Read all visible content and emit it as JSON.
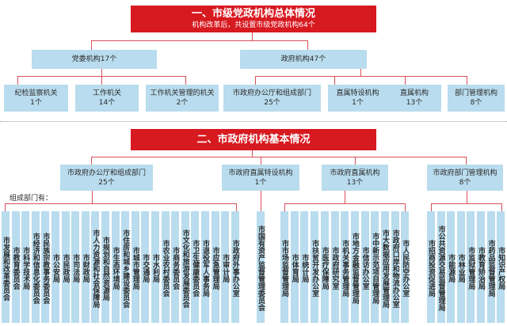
{
  "section1": {
    "title": "一、市级党政机构总体情况",
    "subtitle": "机构改革后，共设置市级党政机构64个",
    "party": {
      "label": "党委机构17个",
      "children": [
        {
          "label": "纪检监察机关",
          "count": "1个"
        },
        {
          "label": "工作机关",
          "count": "14个"
        },
        {
          "label": "工作机关管理的机关",
          "count": "2个"
        }
      ]
    },
    "government": {
      "label": "政府机构47个",
      "children": [
        {
          "label": "市政府办公厅和组成部门",
          "count": "25个"
        },
        {
          "label": "直属特设机构",
          "count": "1个"
        },
        {
          "label": "直属机构",
          "count": "13个"
        },
        {
          "label": "部门管理机构",
          "count": "8个"
        }
      ]
    }
  },
  "section2": {
    "title": "二、市政府机构基本情况",
    "components_label": "组成部门有：",
    "groups": [
      {
        "label": "市政府办公厅和组成部门",
        "count": "25个",
        "items": [
          "市发展和改革委员会",
          "市教育委员会",
          "市科学技术局",
          "市经济和信息化委员会",
          "市民族宗教事务委员会",
          "市公安局",
          "市民政局",
          "市司法局",
          "市财政局",
          "市人力资源和社会保障局",
          "市规划和自然资源局",
          "市生态环境局",
          "市住房和城乡建设委员会",
          "市城市管理局",
          "市交通局",
          "市水利局",
          "市农业农村委员会",
          "市商务委员会",
          "市文化和旅游发展委员会",
          "市卫生健康委员会",
          "市退役军人事务局",
          "市应急管理局",
          "市审计局",
          "市政府外事办公室"
        ]
      },
      {
        "label": "市政府直属特设机构",
        "count": "1个",
        "items": [
          "市国有资产监督管理委员会"
        ]
      },
      {
        "label": "市政府直属机构",
        "count": "13个",
        "items": [
          "市市场监督管理局",
          "市体育局",
          "市统计局",
          "市扶贫开发办公室",
          "市医疗保障局",
          "市政府研究室",
          "市机关事务管理局",
          "市地方金融监督管理局",
          "市信访办公室",
          "市中新示范项目管理局",
          "市大数据应用发展管理局",
          "市政府口岸和物流办公室",
          "市人民防空办公室"
        ]
      },
      {
        "label": "市政府部门管理机构",
        "count": "8个",
        "items": [
          "市招商投资促进局",
          "市公共资源交易监督管理局",
          "市能源局",
          "市林业局",
          "市监狱管理局",
          "市教育矫治局",
          "市药品监督管理局",
          "市知识产权局"
        ]
      }
    ]
  },
  "colors": {
    "banner_red": "#d71920",
    "box_blue": "#b9dcee",
    "connector_red": "#d9505a"
  }
}
